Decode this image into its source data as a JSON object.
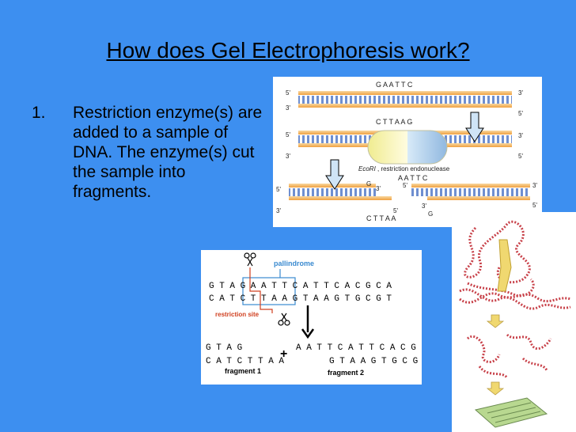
{
  "slide": {
    "title": "How does Gel Electrophoresis work?",
    "bullet_number": "1.",
    "bullet_text": "Restriction enzyme(s) are added to a sample of DNA.  The enzyme(s) cut the sample into fragments."
  },
  "dna_diagram": {
    "top_sequence": "G A A T T C",
    "mid_sequence": "C T T A A G",
    "enzyme_name": "EcoRI",
    "enzyme_desc": ", restriction endonuclease",
    "cut_right_top": "A A T T C",
    "cut_left_g": "G",
    "cut_left_bottom": "C T T A A",
    "cut_right_g": "G",
    "prime5": "5'",
    "prime3": "3'"
  },
  "restriction_diagram": {
    "palindrome_label": "pallindrome",
    "restriction_site_label": "restriction site",
    "seq_top": "G T A G A A T T C A T T C A C G C A",
    "seq_bottom": "C A T C T T A A G T A A G T G C G T",
    "frag1_top": "G T A G",
    "frag1_bottom": "C A T C T T A A",
    "plus": "+",
    "frag2_top": "A A T T C A T T C A C G C A",
    "frag2_bottom": "G T A A G T G C G T",
    "fragment1_label": "fragment 1",
    "fragment2_label": "fragment 2"
  },
  "colors": {
    "background": "#3d8ff0",
    "strand_orange": "#f0a040",
    "strand_light": "#f8d8a0",
    "rung_blue": "#6f8fd0",
    "enzyme_yellow": "#f0ec90",
    "enzyme_blue": "#b8d8f0",
    "palindrome_blue": "#3a8ad0",
    "restriction_red": "#d04020",
    "dna_red": "#c8424a",
    "arrow_yellow": "#f0d870",
    "gel_green": "#b8d890"
  }
}
